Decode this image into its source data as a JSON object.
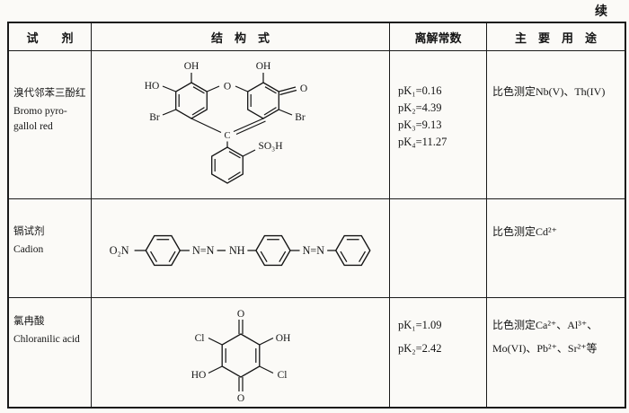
{
  "page": {
    "continued": "续"
  },
  "table": {
    "headers": {
      "reagent": "试　　剂",
      "structure": "结　构　式",
      "constants": "离解常数",
      "uses": "主　要　用　途"
    },
    "row1": {
      "name_cn": "溴代邻苯三酚红",
      "name_en_1": "Bromo pyro-",
      "name_en_2": "gallol red",
      "constants": [
        "pK₁=0.16",
        "pK₂=4.39",
        "pK₃=9.13",
        "pK₄=11.27"
      ],
      "uses_1": "比色测定Nb(V)、Th(IV)",
      "labels": {
        "oh_left": "OH",
        "oh_right": "OH",
        "o_bridge": "O",
        "ho": "HO",
        "o_ketone": "O",
        "br_left": "Br",
        "br_right": "Br",
        "c_center": "C",
        "so3h": "SO₃H"
      }
    },
    "row2": {
      "name_cn": "镉试剂",
      "name_en_1": "Cadion",
      "uses_1": "比色测定Cd²⁺",
      "labels": {
        "o2n": "O₂N",
        "azo1": "N=N",
        "nh": "NH",
        "azo2": "N=N"
      }
    },
    "row3": {
      "name_cn": "氯冉酸",
      "name_en_1": "Chloranilic acid",
      "constants": [
        "pK₁=1.09",
        "pK₂=2.42"
      ],
      "uses_1": "比色测定Ca²⁺、Al³⁺、",
      "uses_2": "Mo(VI)、Pb²⁺、Sr²⁺等",
      "labels": {
        "o_top": "O",
        "o_bottom": "O",
        "oh_right": "OH",
        "cl_right": "Cl",
        "ho_left": "HO",
        "cl_left": "Cl"
      }
    }
  }
}
